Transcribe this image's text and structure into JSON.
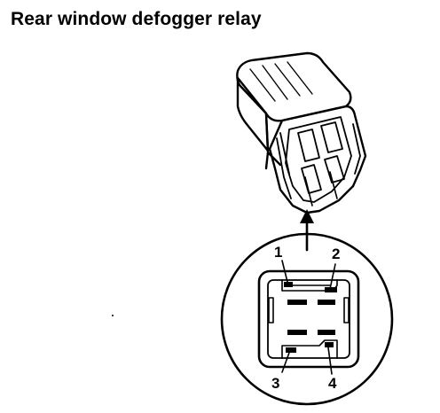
{
  "title": "Rear window defogger relay",
  "pins": [
    {
      "number": "1"
    },
    {
      "number": "2"
    },
    {
      "number": "3"
    },
    {
      "number": "4"
    }
  ],
  "colors": {
    "ink": "#000000",
    "background": "#ffffff"
  }
}
